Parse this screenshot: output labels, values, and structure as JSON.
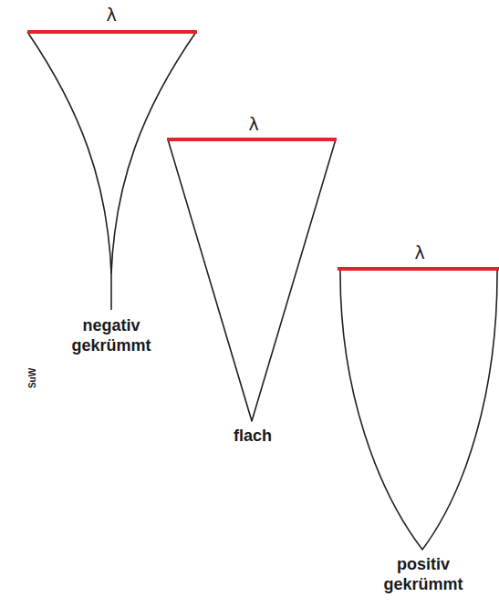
{
  "diagram": {
    "labels": [
      "λ",
      "negativ gekrümmt",
      "λ",
      "flach",
      "λ",
      "positiv gekrümmt",
      "SuW"
    ]
  }
}
